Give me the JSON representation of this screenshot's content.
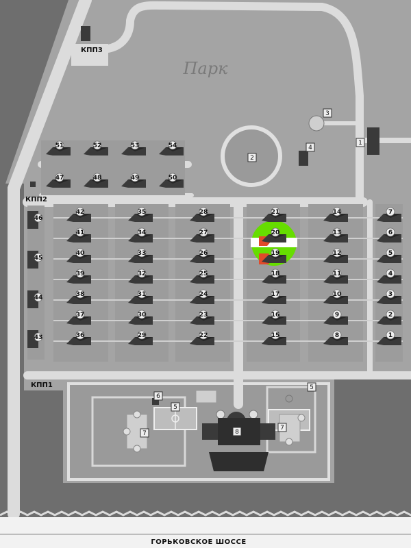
{
  "park_label": "Парк",
  "road_label": "ГОРЬКОВСКОЕ ШОССЕ",
  "gates": {
    "kpp1": "КПП1",
    "kpp2": "КПП2",
    "kpp3": "КПП3"
  },
  "facilities": {
    "f1": "1",
    "f2": "2",
    "f3": "3",
    "f4": "4",
    "f5a": "5",
    "f5b": "5",
    "f6": "6",
    "f7a": "7",
    "f7b": "7",
    "f8": "8"
  },
  "plots": {
    "left_column": [
      "46",
      "45",
      "44",
      "43"
    ],
    "top_rows": [
      [
        "51",
        "52",
        "53",
        "54"
      ],
      [
        "47",
        "48",
        "49",
        "50"
      ]
    ],
    "col1": [
      "42",
      "41",
      "40",
      "39",
      "38",
      "37",
      "36"
    ],
    "col2": [
      "35",
      "34",
      "33",
      "32",
      "31",
      "30",
      "29"
    ],
    "col3": [
      "28",
      "27",
      "26",
      "25",
      "24",
      "23",
      "22"
    ],
    "col4": [
      "21",
      "20",
      "19",
      "18",
      "17",
      "16",
      "15"
    ],
    "col5": [
      "14",
      "13",
      "12",
      "11",
      "10",
      "9",
      "8"
    ],
    "col6": [
      "7",
      "6",
      "5",
      "4",
      "3",
      "2",
      "1"
    ]
  },
  "highlighted_plots": [
    "20",
    "19"
  ],
  "colors": {
    "background": "#6e6e6e",
    "block": "#9c9c9c",
    "road": "#dcdcdc",
    "house": "#3a3a3a",
    "highlight": "#66dd00",
    "marker": "#e04a2a"
  }
}
